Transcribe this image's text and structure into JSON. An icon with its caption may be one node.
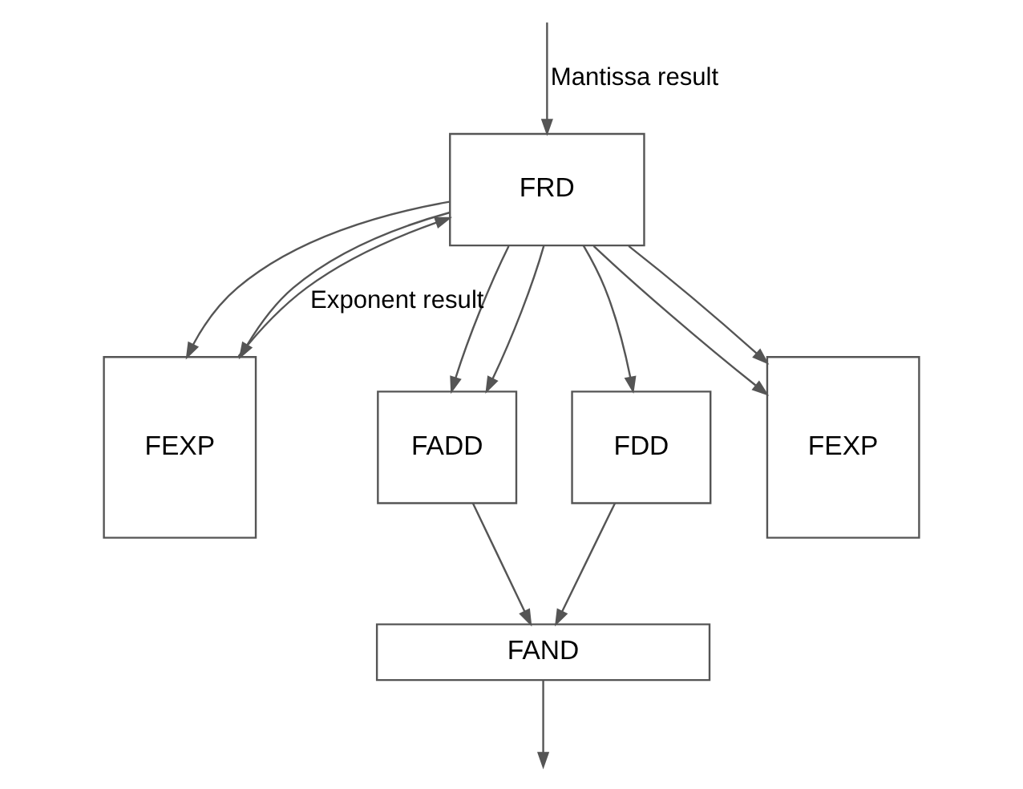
{
  "diagram": {
    "nodes": [
      {
        "text": [
          "FRD"
        ]
      },
      {
        "text": [
          "FEXP"
        ]
      },
      {
        "text": [
          "FADD"
        ]
      },
      {
        "text": [
          "FDD"
        ]
      },
      {
        "text": [
          "FEXP"
        ]
      },
      {
        "text": [
          "FAND"
        ]
      }
    ],
    "edges": [
      {
        "from": 1,
        "to": 0,
        "arrow": "to",
        "label": "Exponent result"
      },
      {
        "from": null,
        "to": 0,
        "arrow": "to",
        "label": "Mantissa result"
      },
      {
        "from": 0,
        "to": 1,
        "arrow": "to"
      },
      {
        "from": 0,
        "to": 1,
        "arrow": "to"
      },
      {
        "from": 0,
        "to": 2,
        "arrow": "to"
      },
      {
        "from": 0,
        "to": 2,
        "arrow": "to"
      },
      {
        "from": 0,
        "to": 3,
        "arrow": "to"
      },
      {
        "from": 0,
        "to": 4,
        "arrow": "to"
      },
      {
        "from": 0,
        "to": 4,
        "arrow": "to"
      },
      {
        "from": 2,
        "to": 5,
        "arrow": "to"
      },
      {
        "from": 3,
        "to": 5,
        "arrow": "to"
      },
      {
        "from": 5,
        "to": null,
        "arrow": "to"
      }
    ]
  }
}
